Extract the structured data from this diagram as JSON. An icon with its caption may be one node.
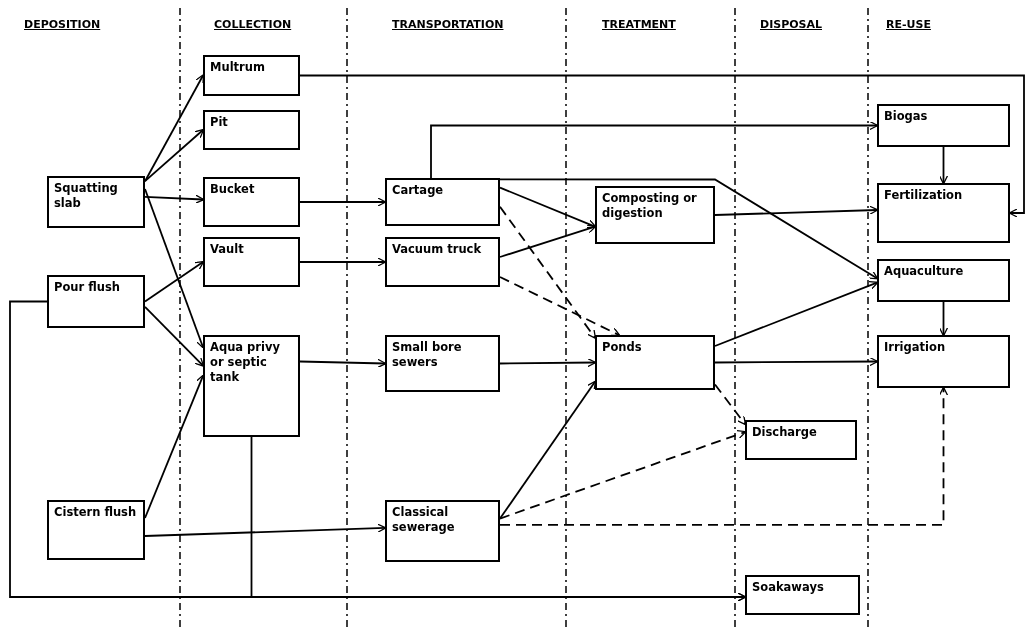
{
  "diagram": {
    "nodes": [
      {
        "text": [
          "Squatting slab"
        ]
      },
      {
        "text": [
          "Pour flush"
        ]
      },
      {
        "text": [
          "Cistern flush"
        ]
      },
      {
        "text": [
          "Multrum"
        ]
      },
      {
        "text": [
          "Pit"
        ]
      },
      {
        "text": [
          "Bucket"
        ]
      },
      {
        "text": [
          "Vault"
        ]
      },
      {
        "text": [
          "Aqua privy or septic tank"
        ]
      },
      {
        "text": [
          "Cartage"
        ]
      },
      {
        "text": [
          "Vacuum truck"
        ]
      },
      {
        "text": [
          "Small bore sewers"
        ]
      },
      {
        "text": [
          "Classical sewerage"
        ]
      },
      {
        "text": [
          "Composting or digestion"
        ]
      },
      {
        "text": [
          "Ponds"
        ]
      },
      {
        "text": [
          "Discharge"
        ]
      },
      {
        "text": [
          "Soakaways"
        ]
      },
      {
        "text": [
          "Biogas"
        ]
      },
      {
        "text": [
          "Fertilization"
        ]
      },
      {
        "text": [
          "Aquaculture"
        ]
      },
      {
        "text": [
          "Irrigation"
        ]
      }
    ],
    "edges": [
      {
        "from": 0,
        "to": 3,
        "arrow": "to"
      },
      {
        "from": 0,
        "to": 4,
        "arrow": "to"
      },
      {
        "from": 0,
        "to": 5,
        "arrow": "to"
      },
      {
        "from": 0,
        "to": 7,
        "arrow": "to"
      },
      {
        "from": 1,
        "to": 6,
        "arrow": "to"
      },
      {
        "from": 1,
        "to": 7,
        "arrow": "to"
      },
      {
        "from": 2,
        "to": 7,
        "arrow": "to"
      },
      {
        "from": 3,
        "to": 17,
        "arrow": "to"
      },
      {
        "from": 5,
        "to": 8,
        "arrow": "to"
      },
      {
        "from": 6,
        "to": 9,
        "arrow": "to"
      },
      {
        "from": 7,
        "to": 10,
        "arrow": "to"
      },
      {
        "from": 2,
        "to": 11,
        "arrow": "to"
      },
      {
        "from": 8,
        "to": 16,
        "arrow": "to"
      },
      {
        "from": 8,
        "to": 12,
        "arrow": "to"
      },
      {
        "from": 9,
        "to": 12,
        "arrow": "to"
      },
      {
        "from": 8,
        "to": 13,
        "arrow": "to",
        "style": "dashed"
      },
      {
        "from": 9,
        "to": 13,
        "arrow": "to",
        "style": "dashed"
      },
      {
        "from": 8,
        "to": 18,
        "arrow": "to"
      },
      {
        "from": 12,
        "to": 17,
        "arrow": "to"
      },
      {
        "from": 13,
        "to": 18,
        "arrow": "to"
      },
      {
        "from": 10,
        "to": 13,
        "arrow": "to"
      },
      {
        "from": 11,
        "to": 13,
        "arrow": "to"
      },
      {
        "from": 13,
        "to": 19,
        "arrow": "to"
      },
      {
        "from": 13,
        "to": 14,
        "arrow": "to",
        "style": "dashed"
      },
      {
        "from": 11,
        "to": 14,
        "arrow": "to",
        "style": "dashed"
      },
      {
        "from": 11,
        "to": 19,
        "arrow": "to",
        "style": "dashed"
      },
      {
        "from": 16,
        "to": 17,
        "arrow": "to"
      },
      {
        "from": 18,
        "to": 19,
        "arrow": "to"
      },
      {
        "from": 7,
        "to": 15,
        "arrow": "to"
      },
      {
        "from": 1,
        "to": 15,
        "arrow": "to"
      }
    ],
    "labels": [
      "DEPOSITION",
      "COLLECTION",
      "TRANSPORTATION",
      "TREATMENT",
      "DISPOSAL",
      "RE-USE"
    ]
  }
}
